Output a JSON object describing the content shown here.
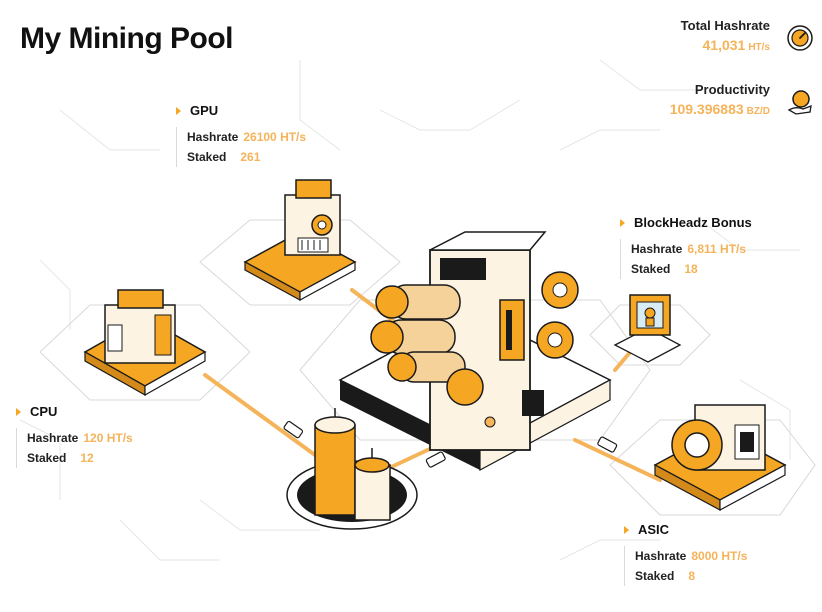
{
  "page": {
    "title": "My Mining Pool"
  },
  "stats": {
    "total_hashrate": {
      "label": "Total Hashrate",
      "value": "41,031",
      "unit": "HT/s",
      "icon": "gauge-icon"
    },
    "productivity": {
      "label": "Productivity",
      "value": "109.396883",
      "unit": "BZ/D",
      "icon": "coin-hand-icon"
    }
  },
  "miners": {
    "gpu": {
      "name": "GPU",
      "hashrate_label": "Hashrate",
      "hashrate": "26100 HT/s",
      "staked_label": "Staked",
      "staked": "261"
    },
    "cpu": {
      "name": "CPU",
      "hashrate_label": "Hashrate",
      "hashrate": "120 HT/s",
      "staked_label": "Staked",
      "staked": "12"
    },
    "blockheadz": {
      "name": "BlockHeadz Bonus",
      "hashrate_label": "Hashrate",
      "hashrate": "6,811 HT/s",
      "staked_label": "Staked",
      "staked": "18"
    },
    "asic": {
      "name": "ASIC",
      "hashrate_label": "Hashrate",
      "hashrate": "8000 HT/s",
      "staked_label": "Staked",
      "staked": "8"
    }
  },
  "colors": {
    "accent": "#f5b35a",
    "orange": "#f5a623",
    "outline": "#1a1a1a",
    "cream": "#fdf3e3"
  }
}
